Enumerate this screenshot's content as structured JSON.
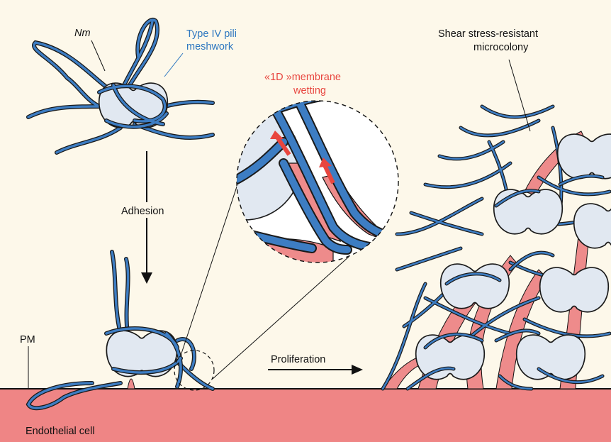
{
  "labels": {
    "nm": "Nm",
    "pili_line1": "Type IV pili",
    "pili_line2": "meshwork",
    "wetting_line1": "«1D »membrane",
    "wetting_line2": "wetting",
    "shear_line1": "Shear stress-resistant",
    "shear_line2": "microcolony",
    "adhesion": "Adhesion",
    "pm": "PM",
    "proliferation": "Proliferation",
    "endothelial": "Endothelial cell"
  },
  "colors": {
    "background": "#fdf8ea",
    "endothelium": "#ef8585",
    "bacterium": "#e1e8f1",
    "pili": "#3d7dc3",
    "membrane_protrusion": "#ee8b8b",
    "arrow_red": "#e8463f",
    "label_blue": "#2f78c0",
    "label_red": "#e8463f"
  }
}
